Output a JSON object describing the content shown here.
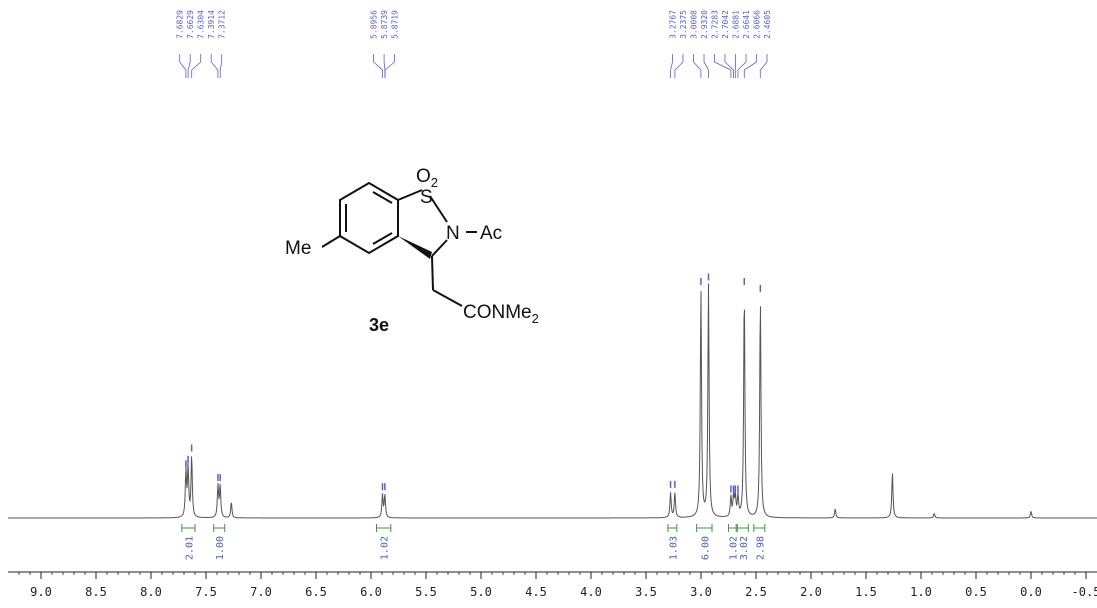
{
  "chart_data": {
    "type": "line",
    "title": "",
    "xlabel": "",
    "ylabel": "",
    "xlim": [
      9.3,
      -0.6
    ],
    "x_ticks": [
      "9.0",
      "8.5",
      "8.0",
      "7.5",
      "7.0",
      "6.5",
      "6.0",
      "5.5",
      "5.0",
      "4.5",
      "4.0",
      "3.5",
      "3.0",
      "2.5",
      "2.0",
      "1.5",
      "1.0",
      "0.5",
      "0.0",
      "-0.5"
    ],
    "x_tick_values": [
      9.0,
      8.5,
      8.0,
      7.5,
      7.0,
      6.5,
      6.0,
      5.5,
      5.0,
      4.5,
      4.0,
      3.5,
      3.0,
      2.5,
      2.0,
      1.5,
      1.0,
      0.5,
      0.0,
      -0.5
    ],
    "grid": false,
    "peak_label_groups": [
      {
        "labels": [
          "7.6829",
          "7.6629",
          "7.6304",
          "7.3914",
          "7.3712"
        ],
        "ppm": [
          7.6829,
          7.6629,
          7.6304,
          7.3914,
          7.3712
        ]
      },
      {
        "labels": [
          "5.8956",
          "5.8739",
          "5.8719"
        ],
        "ppm": [
          5.8956,
          5.8739,
          5.8719
        ]
      },
      {
        "labels": [
          "3.2767",
          "3.2375",
          "3.0008",
          "2.9320",
          "2.7283",
          "2.7042",
          "2.6881",
          "2.6641",
          "2.6066",
          "2.4605"
        ],
        "ppm": [
          3.2767,
          3.2375,
          3.0008,
          2.932,
          2.7283,
          2.7042,
          2.6881,
          2.6641,
          2.6066,
          2.4605
        ]
      }
    ],
    "integrals": [
      {
        "label": "2.01",
        "from": 7.72,
        "to": 7.6
      },
      {
        "label": "1.00",
        "from": 7.43,
        "to": 7.33
      },
      {
        "label": "1.02",
        "from": 5.95,
        "to": 5.82
      },
      {
        "label": "1.03",
        "from": 3.3,
        "to": 3.22
      },
      {
        "label": "6.00",
        "from": 3.04,
        "to": 2.9
      },
      {
        "label": "1.02",
        "from": 2.75,
        "to": 2.68
      },
      {
        "label": "3.02",
        "from": 2.67,
        "to": 2.57
      },
      {
        "label": "2.98",
        "from": 2.52,
        "to": 2.42
      }
    ],
    "series": [
      {
        "peaks": [
          {
            "ppm": 7.6829,
            "height": 0.2
          },
          {
            "ppm": 7.6629,
            "height": 0.22
          },
          {
            "ppm": 7.6304,
            "height": 0.27
          },
          {
            "ppm": 7.3914,
            "height": 0.14
          },
          {
            "ppm": 7.3712,
            "height": 0.14
          },
          {
            "ppm": 7.27,
            "height": 0.07
          },
          {
            "ppm": 5.8956,
            "height": 0.1
          },
          {
            "ppm": 5.8739,
            "height": 0.1
          },
          {
            "ppm": 3.2767,
            "height": 0.11
          },
          {
            "ppm": 3.2375,
            "height": 0.11
          },
          {
            "ppm": 3.0008,
            "height": 1.0
          },
          {
            "ppm": 2.932,
            "height": 1.02
          },
          {
            "ppm": 2.7283,
            "height": 0.09
          },
          {
            "ppm": 2.7042,
            "height": 0.09
          },
          {
            "ppm": 2.6881,
            "height": 0.09
          },
          {
            "ppm": 2.6641,
            "height": 0.09
          },
          {
            "ppm": 2.6066,
            "height": 1.0
          },
          {
            "ppm": 2.4605,
            "height": 0.97
          },
          {
            "ppm": 1.78,
            "height": 0.04
          },
          {
            "ppm": 1.26,
            "height": 0.2
          },
          {
            "ppm": 0.88,
            "height": 0.02
          },
          {
            "ppm": 0.0,
            "height": 0.03
          }
        ]
      }
    ]
  },
  "structure": {
    "label_O2": "O",
    "label_O2_sub": "2",
    "label_S": "S",
    "label_N": "N",
    "label_Ac": "Ac",
    "label_Me": "Me",
    "label_CONMe": "CONMe",
    "label_CONMe_sub": "2",
    "compound_id": "3e"
  },
  "colors": {
    "spectrum": "#555555",
    "peak_labels": "#5a5fcf",
    "integrals": "#3a9a3a",
    "integral_labels": "#4a5fb8",
    "axis": "#222222"
  }
}
